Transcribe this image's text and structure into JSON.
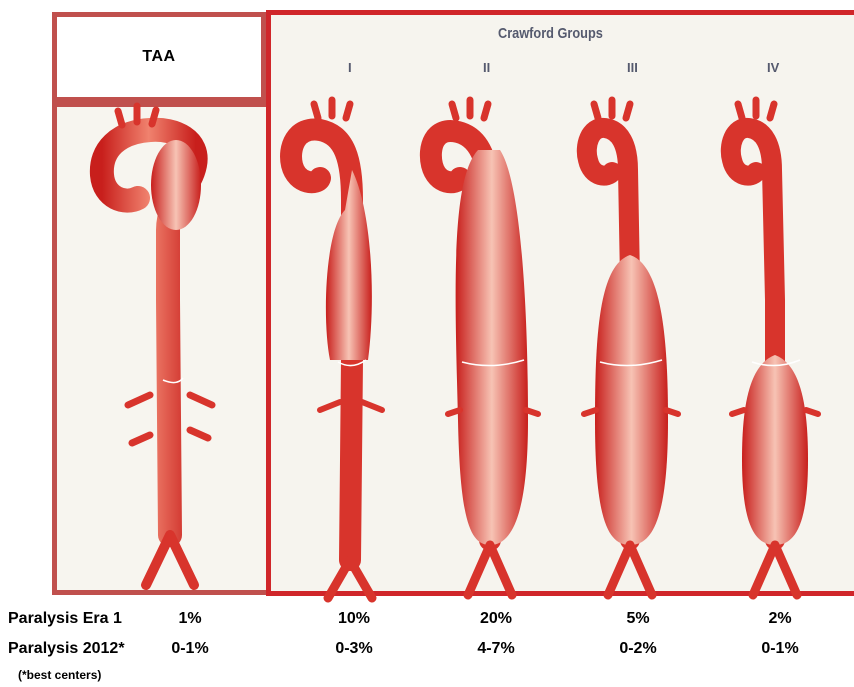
{
  "taa": {
    "label": "TAA"
  },
  "crawford": {
    "title": "Crawford Groups",
    "groups": [
      "I",
      "II",
      "III",
      "IV"
    ]
  },
  "rows": [
    {
      "label": "Paralysis Era 1",
      "values": [
        "1%",
        "10%",
        "20%",
        "5%",
        "2%"
      ]
    },
    {
      "label": "Paralysis 2012*",
      "values": [
        "0-1%",
        "0-3%",
        "4-7%",
        "0-2%",
        "0-1%"
      ]
    }
  ],
  "footnote": "(*best centers)",
  "colors": {
    "border": "#c0504d",
    "panel_border": "#d0262a",
    "aorta": "#d8342c",
    "aorta_light": "#f3a28f"
  }
}
